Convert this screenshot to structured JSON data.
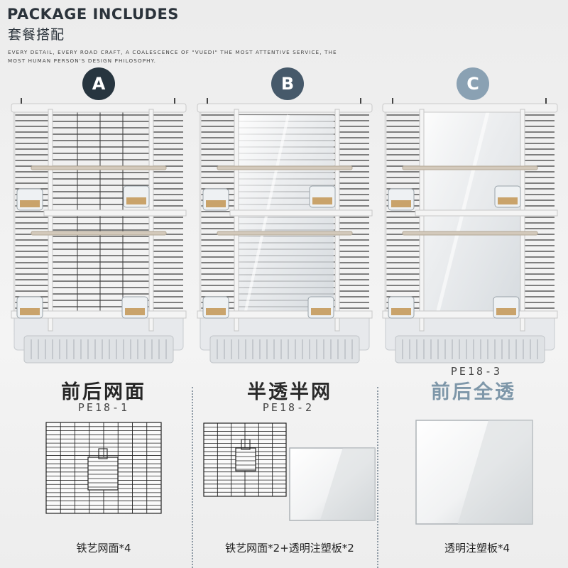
{
  "header": {
    "title": "PACKAGE INCLUDES",
    "subtitle": "套餐搭配",
    "description": "EVERY DETAIL, EVERY ROAD CRAFT, A COALESCENCE OF \"VUEDI\" THE MOST ATTENTIVE SERVICE, THE MOST HUMAN PERSON'S DESIGN PHILOSOPHY."
  },
  "colors": {
    "badge_a": "#27353f",
    "badge_b": "#46596a",
    "badge_c": "#8aa1b3",
    "title_a": "#262626",
    "title_b": "#2a2a2a",
    "title_c": "#7e97a9",
    "wire": "#3a3a3a",
    "frame": "#f2f2f2"
  },
  "options": [
    {
      "letter": "A",
      "name": "前后网面",
      "code": "PE18-1",
      "caption": "铁艺网面*4",
      "cage_image": "wire-mesh-birdcage"
    },
    {
      "letter": "B",
      "name": "半透半网",
      "code": "PE18-2",
      "caption": "铁艺网面*2+透明注塑板*2",
      "cage_image": "half-transparent-birdcage"
    },
    {
      "letter": "C",
      "name": "前后全透",
      "code": "PE18-3",
      "caption": "透明注塑板*4",
      "cage_image": "transparent-birdcage"
    }
  ]
}
